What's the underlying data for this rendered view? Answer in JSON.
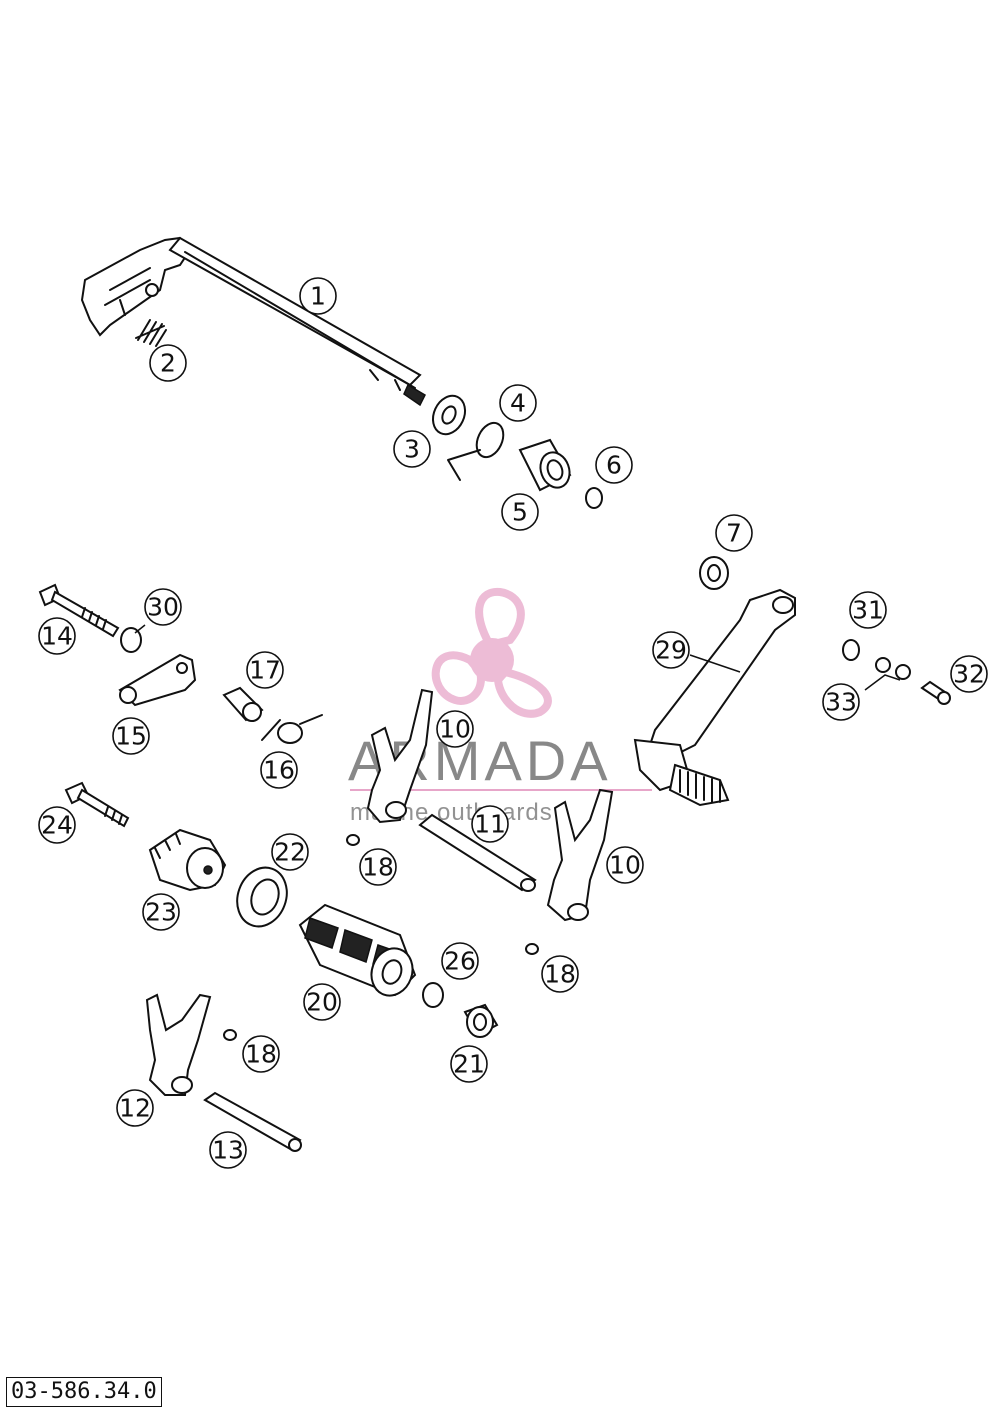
{
  "watermark": {
    "brand": "ARMADA",
    "tagline": "marine outboards",
    "logo_color": "#e7a6c9"
  },
  "drawing_number": "03-586.34.0",
  "callouts": [
    "1",
    "2",
    "3",
    "4",
    "5",
    "6",
    "7",
    "10",
    "10",
    "11",
    "12",
    "13",
    "14",
    "15",
    "16",
    "17",
    "18",
    "18",
    "18",
    "20",
    "21",
    "22",
    "23",
    "24",
    "26",
    "29",
    "30",
    "31",
    "32",
    "33"
  ]
}
